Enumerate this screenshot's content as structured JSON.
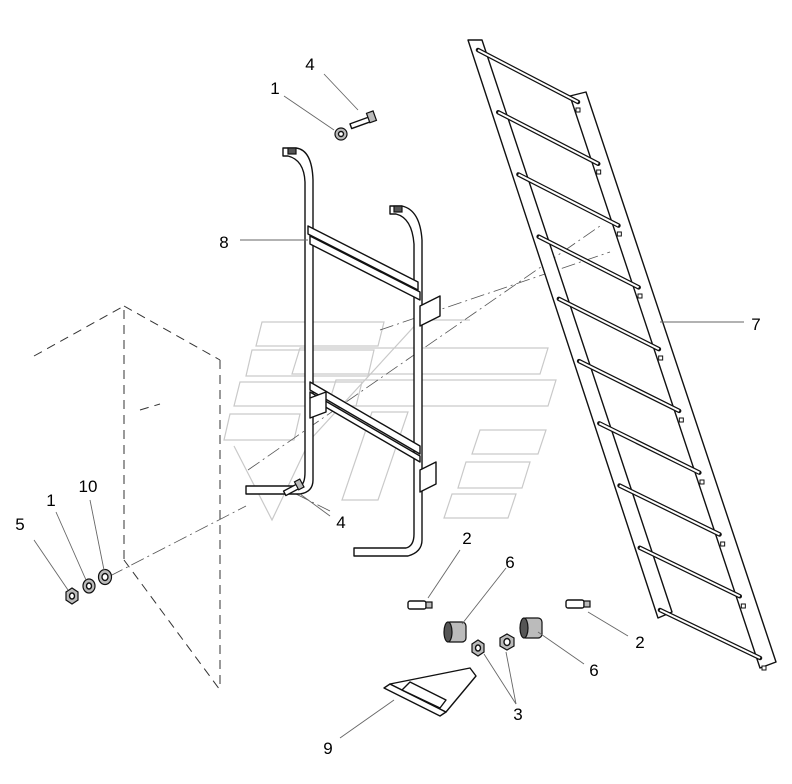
{
  "callouts": [
    {
      "id": "c-4-top",
      "text": "4"
    },
    {
      "id": "c-1-top",
      "text": "1"
    },
    {
      "id": "c-8",
      "text": "8"
    },
    {
      "id": "c-7",
      "text": "7"
    },
    {
      "id": "c-5",
      "text": "5"
    },
    {
      "id": "c-1-left",
      "text": "1"
    },
    {
      "id": "c-10",
      "text": "10"
    },
    {
      "id": "c-4-mid",
      "text": "4"
    },
    {
      "id": "c-2-left",
      "text": "2"
    },
    {
      "id": "c-6-left",
      "text": "6"
    },
    {
      "id": "c-2-right",
      "text": "2"
    },
    {
      "id": "c-6-right",
      "text": "6"
    },
    {
      "id": "c-3",
      "text": "3"
    },
    {
      "id": "c-9",
      "text": "9"
    }
  ]
}
